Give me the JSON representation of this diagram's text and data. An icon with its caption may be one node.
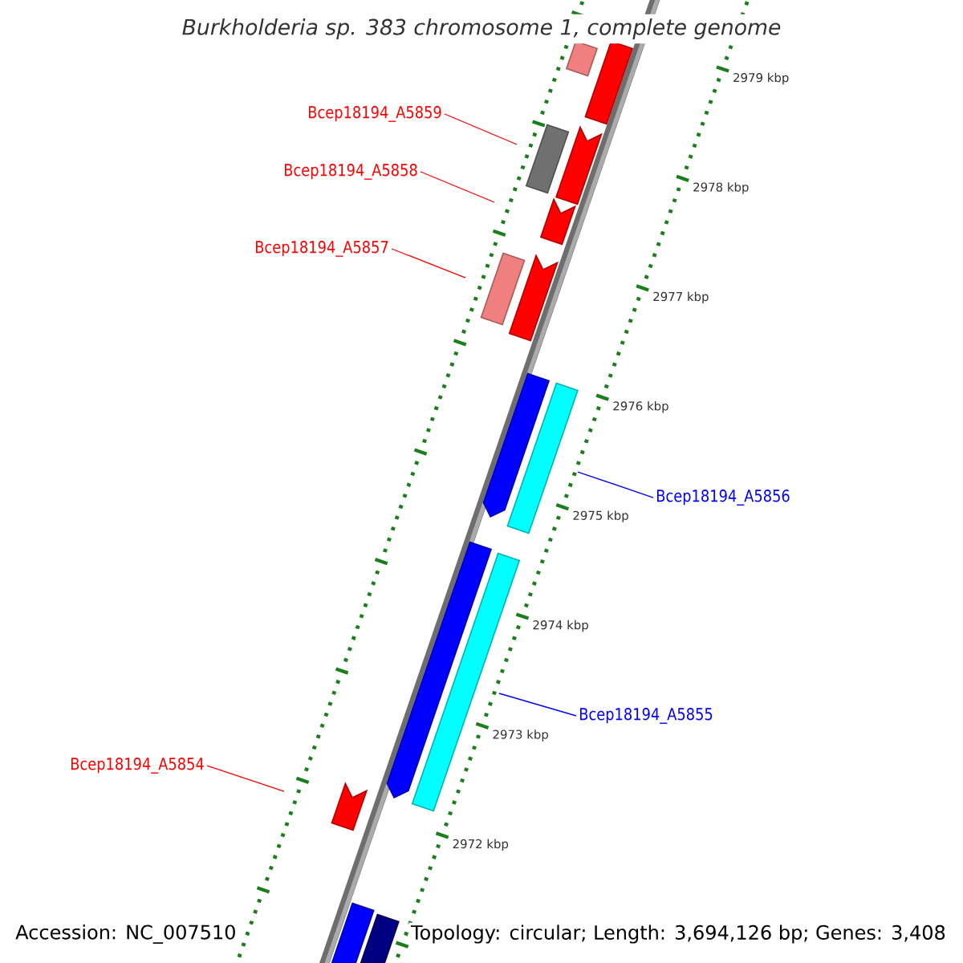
{
  "diagram": {
    "title": "Burkholderia sp. 383 chromosome 1, complete genome",
    "nodes": [
      {
        "text": [
          "Bcep18194_A5859"
        ]
      },
      {
        "text": [
          "Bcep18194_A5858"
        ]
      },
      {
        "text": [
          "Bcep18194_A5857"
        ]
      },
      {
        "text": [
          "Bcep18194_A5856"
        ]
      },
      {
        "text": [
          "Bcep18194_A5855"
        ]
      },
      {
        "text": [
          "Bcep18194_A5854"
        ]
      }
    ],
    "edges": [
      {
        "from": 0,
        "to": null,
        "arrow": "none"
      },
      {
        "from": 1,
        "to": null,
        "arrow": "none"
      },
      {
        "from": 2,
        "to": null,
        "arrow": "none"
      },
      {
        "from": 3,
        "to": null,
        "arrow": "none",
        "color": "#0000ff"
      },
      {
        "from": 4,
        "to": null,
        "arrow": "none",
        "color": "#0000ff"
      },
      {
        "from": 5,
        "to": null,
        "arrow": "none"
      }
    ],
    "labels": [
      "2979 kbp",
      "2978 kbp",
      "2977 kbp",
      "2976 kbp",
      "2975 kbp",
      "2974 kbp",
      "2973 kbp",
      "2972 kbp",
      "Accession: NC_007510",
      "Topology: circular; Length: 3,694,126 bp; Genes: 3,408"
    ]
  }
}
